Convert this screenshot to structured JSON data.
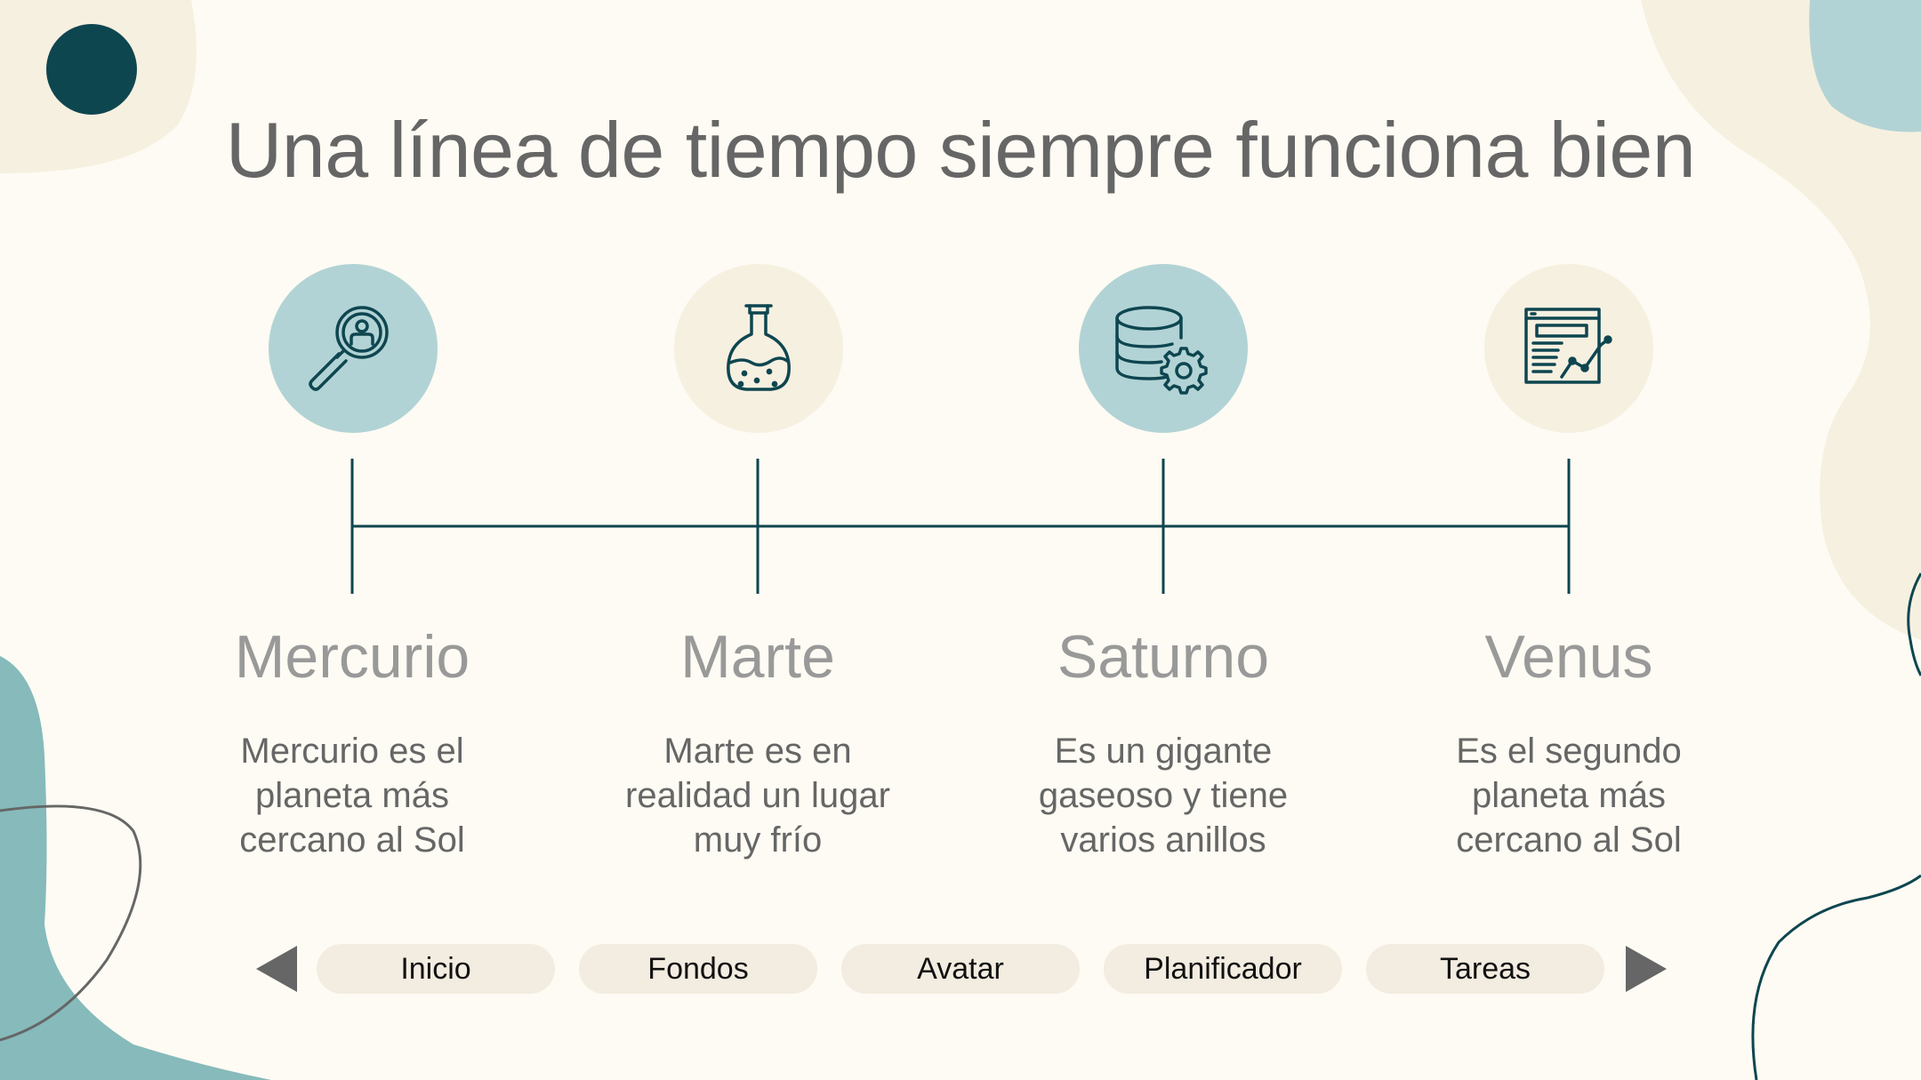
{
  "slide": {
    "title": "Una línea de tiempo siempre funciona bien"
  },
  "colors": {
    "background": "#FDFBF3",
    "teal_light": "#B2D3D5",
    "cream": "#F7F0E0",
    "dark_teal": "#0E4650",
    "blob_teal": "#86BABB",
    "text_gray": "#666666",
    "name_gray": "#999999"
  },
  "timeline": [
    {
      "name": "Mercurio",
      "description": [
        "Mercurio es el",
        "planeta más",
        "cercano al Sol"
      ],
      "icon": "magnifier-user-icon",
      "circle_color": "#B2D3D5"
    },
    {
      "name": "Marte",
      "description": [
        "Marte es en",
        "realidad un lugar",
        "muy frío"
      ],
      "icon": "flask-icon",
      "circle_color": "#F7F0E0"
    },
    {
      "name": "Saturno",
      "description": [
        "Es un gigante",
        "gaseoso y tiene",
        "varios anillos"
      ],
      "icon": "database-gear-icon",
      "circle_color": "#B2D3D5"
    },
    {
      "name": "Venus",
      "description": [
        "Es el segundo",
        "planeta más",
        "cercano al Sol"
      ],
      "icon": "analytics-window-icon",
      "circle_color": "#F7F0E0"
    }
  ],
  "nav": {
    "prev_icon": "triangle-left-icon",
    "next_icon": "triangle-right-icon",
    "items": [
      "Inicio",
      "Fondos",
      "Avatar",
      "Planificador",
      "Tareas"
    ]
  }
}
